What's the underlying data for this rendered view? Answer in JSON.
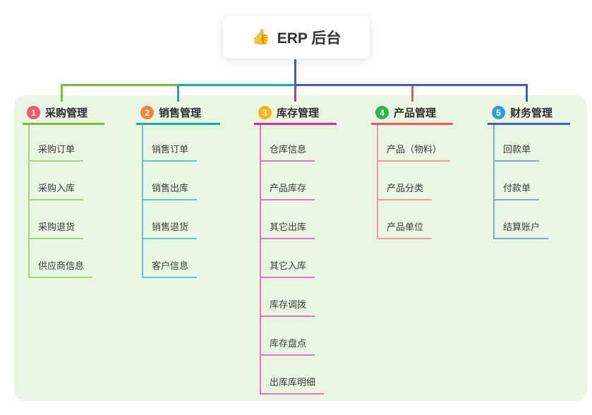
{
  "root_node": {
    "icon": "thumbs-up",
    "emoji": "👍",
    "title": "ERP 后台"
  },
  "canvas": {
    "background": "#ffffff",
    "panel_background": "#e8f6e2",
    "stem_color": "#3a5ec6"
  },
  "groups": [
    {
      "num": "1",
      "title": "采购管理",
      "badge_color": "#f4586d",
      "branch_color": "#7eb83e",
      "child_line_color": "#a9d57e",
      "items": [
        "采购订单",
        "采购入库",
        "采购退货",
        "供应商信息"
      ]
    },
    {
      "num": "2",
      "title": "销售管理",
      "badge_color": "#f9813f",
      "branch_color": "#10b1a4",
      "child_line_color": "#5fcabd",
      "items": [
        "销售订单",
        "销售出库",
        "销售退货",
        "客户信息"
      ]
    },
    {
      "num": "3",
      "title": "库存管理",
      "badge_color": "#fdb211",
      "branch_color": "#d22f97",
      "child_line_color": "#ee72b6",
      "items": [
        "仓库信息",
        "产品库存",
        "其它出库",
        "其它入库",
        "库存调拨",
        "库存盘点",
        "出库库明细"
      ]
    },
    {
      "num": "4",
      "title": "产品管理",
      "badge_color": "#2db44a",
      "branch_color": "#f4535b",
      "child_line_color": "#f79ba0",
      "items": [
        "产品（物料）",
        "产品分类",
        "产品单位"
      ]
    },
    {
      "num": "5",
      "title": "财务管理",
      "badge_color": "#2d9ed8",
      "branch_color": "#3a5ec6",
      "child_line_color": "#8ba4dd",
      "items": [
        "回款单",
        "付款单",
        "结算账户"
      ]
    }
  ]
}
